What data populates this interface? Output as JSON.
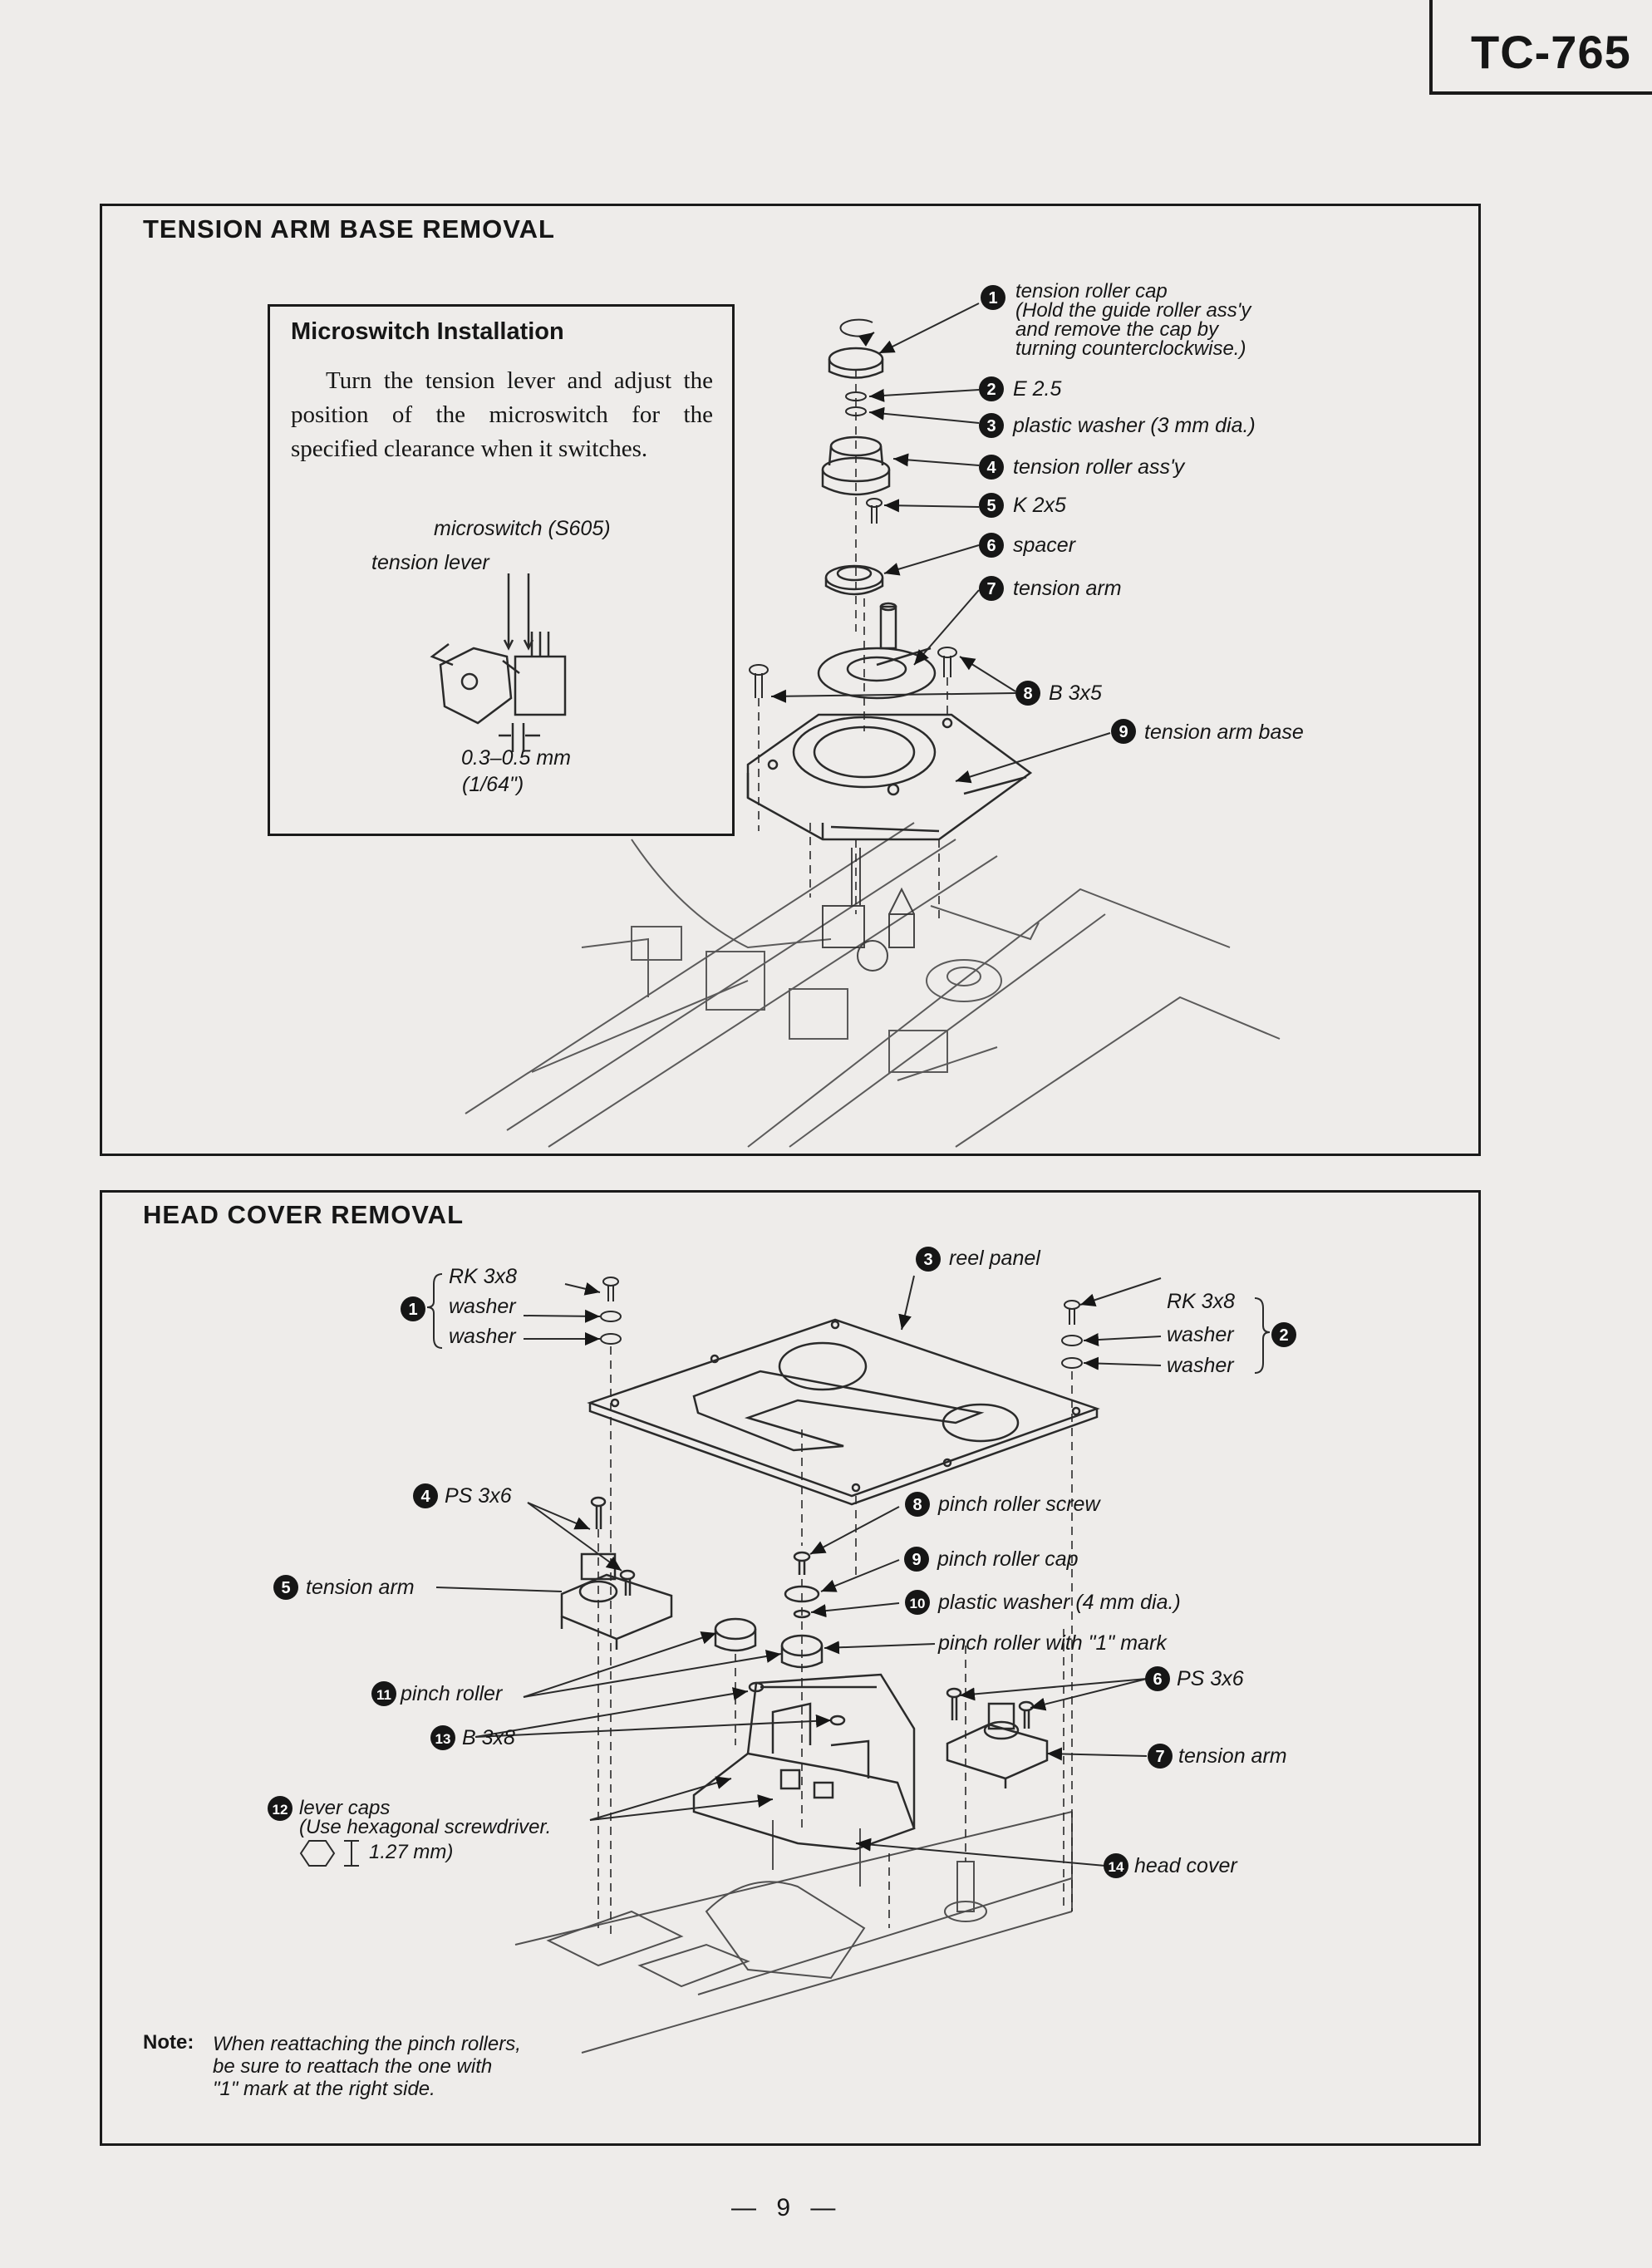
{
  "model": "TC-765",
  "page_number": "— 9 —",
  "section1": {
    "title": "TENSION ARM BASE REMOVAL",
    "inset": {
      "title": "Microswitch Installation",
      "text": "Turn the tension lever and adjust the position of the microswitch for the specified clearance when it switches.",
      "label_switch": "microswitch (S605)",
      "label_lever": "tension lever",
      "clearance": "0.3–0.5 mm",
      "clearance_inch": "(1/64\")"
    },
    "callouts": [
      {
        "num": "1",
        "text": "tension roller cap",
        "detail": [
          "(Hold the guide roller ass'y",
          "and remove the cap by",
          "turning counterclockwise.)"
        ]
      },
      {
        "num": "2",
        "text": "E 2.5"
      },
      {
        "num": "3",
        "text": "plastic washer (3 mm dia.)"
      },
      {
        "num": "4",
        "text": "tension roller ass'y"
      },
      {
        "num": "5",
        "text": "K 2x5"
      },
      {
        "num": "6",
        "text": "spacer"
      },
      {
        "num": "7",
        "text": "tension arm"
      },
      {
        "num": "8",
        "text": "B 3x5"
      },
      {
        "num": "9",
        "text": "tension arm base"
      }
    ]
  },
  "section2": {
    "title": "HEAD COVER REMOVAL",
    "callouts": [
      {
        "num": "1",
        "text": "RK 3x8",
        "sub": [
          "washer",
          "washer"
        ]
      },
      {
        "num": "2",
        "text": "RK 3x8",
        "sub": [
          "washer",
          "washer"
        ]
      },
      {
        "num": "3",
        "text": "reel panel"
      },
      {
        "num": "4",
        "text": "PS 3x6"
      },
      {
        "num": "5",
        "text": "tension arm"
      },
      {
        "num": "6",
        "text": "PS 3x6"
      },
      {
        "num": "7",
        "text": "tension arm"
      },
      {
        "num": "8",
        "text": "pinch roller screw"
      },
      {
        "num": "9",
        "text": "pinch roller cap"
      },
      {
        "num": "10",
        "text": "plastic washer (4 mm dia.)"
      },
      {
        "num": "",
        "text": "pinch roller with \"1\" mark"
      },
      {
        "num": "11",
        "text": "pinch roller"
      },
      {
        "num": "12",
        "text": "lever caps",
        "detail": [
          "(Use hexagonal screwdriver.",
          "1.27 mm)"
        ]
      },
      {
        "num": "13",
        "text": "B 3x8"
      },
      {
        "num": "14",
        "text": "head cover"
      }
    ],
    "note_label": "Note:",
    "note_lines": [
      "When reattaching the pinch rollers,",
      "be sure to reattach the one with",
      "\"1\" mark at the right side."
    ]
  }
}
